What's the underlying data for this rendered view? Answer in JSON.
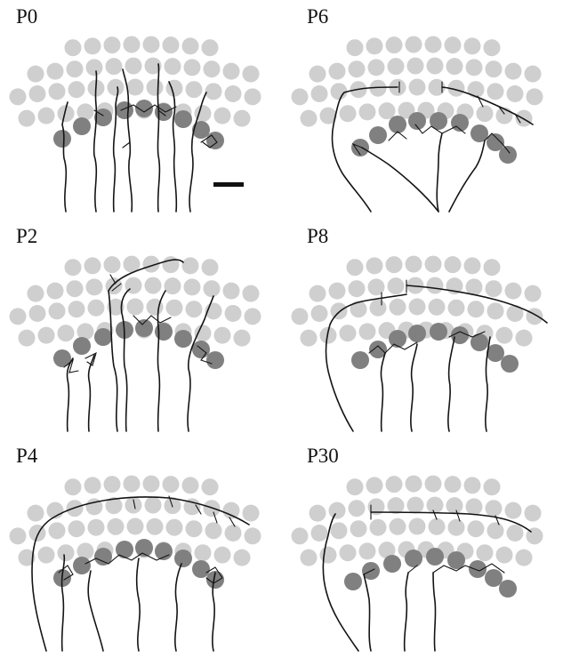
{
  "panels": [
    {
      "id": "P0",
      "label": "P0"
    },
    {
      "id": "P6",
      "label": "P6"
    },
    {
      "id": "P2",
      "label": "P2"
    },
    {
      "id": "P8",
      "label": "P8"
    },
    {
      "id": "P4",
      "label": "P4"
    },
    {
      "id": "P30",
      "label": "P30"
    }
  ],
  "colors": {
    "outer_hair_cell": "#cfcfcf",
    "inner_hair_cell": "#808080",
    "fiber": "#141414"
  }
}
